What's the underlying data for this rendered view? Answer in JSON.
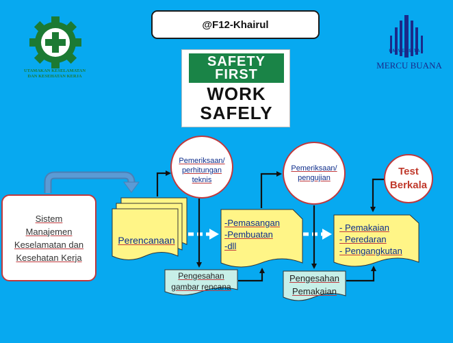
{
  "header": {
    "title": "@F12-Khairul"
  },
  "logos": {
    "k3_caption_line1": "UTAMAKAN KESELAMATAN",
    "k3_caption_line2": "DAN KESEHATAN KERJA",
    "university_arc": "UNIVERSITAS",
    "university_name": "MERCU BUANA"
  },
  "sign": {
    "line1": "SAFETY",
    "line2": "FIRST",
    "line3": "WORK",
    "line4": "SAFELY"
  },
  "flow": {
    "system": {
      "line1": "Sistem",
      "line2": "Manajemen",
      "line3": "Keselamatan dan",
      "line4": "Kesehatan Kerja"
    },
    "planning": "Perencanaan",
    "check1": {
      "line1": "Pemeriksaan/",
      "line2": "perhitungan",
      "line3": "teknis"
    },
    "approval1": {
      "line1": "Pengesahan",
      "line2": "gambar rencana"
    },
    "build": {
      "line1": "-Pemasangan",
      "line2": "-Pembuatan",
      "line3": "-dll"
    },
    "check2": {
      "line1": "Pemeriksaan/",
      "line2": "pengujian"
    },
    "approval2": {
      "line1": "Pengesahan",
      "line2": "Pemakaian"
    },
    "test": {
      "line1": "Test",
      "line2": "Berkala"
    },
    "usage": {
      "line1": "- Pemakaian",
      "line2": "- Peredaran",
      "line3": "- Pengangkutan"
    }
  },
  "colors": {
    "background": "#07a9f0",
    "doc_fill": "#fff587",
    "teal_fill": "#c7efe8",
    "circle_border": "#c0383c",
    "k3_green": "#1c7a33",
    "sign_green": "#1a8447",
    "university_blue": "#1a2a8a"
  }
}
